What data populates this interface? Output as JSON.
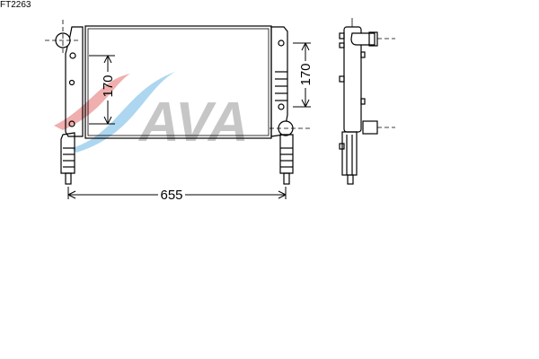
{
  "part_code": "FT2263",
  "dimensions": {
    "width_mm": "655",
    "left_height_mm": "170",
    "right_height_mm": "170"
  },
  "watermark": {
    "text": "AVA",
    "colors": {
      "red": "#e88a8a",
      "blue": "#8cc4e6",
      "gray": "#bdbdbd"
    }
  }
}
